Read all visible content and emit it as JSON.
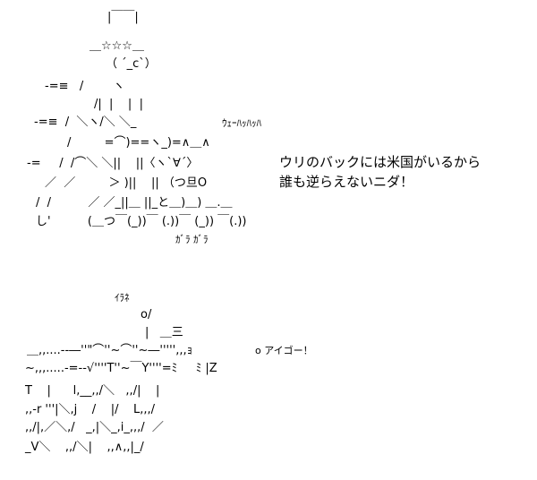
{
  "art_top": {
    "lines": [
      "|￣￣|",
      "＿☆☆☆＿",
      "（ ´_ⅽ`）",
      "-=≡   /        ヽ",
      "/|  |    |  |",
      "-=≡  /  ＼ヽ/＼ ＼_",
      "/         =⌒)==ヽ_)=∧＿∧",
      "-=     /  /⌒＼ ＼||    ||〈ヽ`∀´〉",
      "／  ／         ＞ )||    || （つ旦O",
      "/  /          ／ ／_||＿ ||_と＿)＿) ＿.＿",
      "し'          (＿つ￣(_))￣ (.))￣ (_)) ￣(.))",
      "ｶﾞﾗ ｶﾞﾗ"
    ],
    "laugh": "ｳｪｰﾊｯﾊｯﾊ",
    "speech_line1": "ウリのバックには米国がいるから",
    "speech_line2": "誰も逆らえないニダ！"
  },
  "art_bottom": {
    "lines": [
      "ｲﾗﾈ",
      "o/",
      "|   ＿三",
      "＿,,....-‐―''\"⌒''~⌒''~―''''',,,ｮ",
      "~,,,.....-=--√''''T''~￣Y''''=ﾐ     ﾐ |Z",
      "T    |      l,__,,/＼   ,,/|    |",
      ",,-r '''|＼,j    /    |/    L,,,/",
      ",,/|,／＼,/   _,|＼_,i_,,,/  ／",
      "_V＼    ,,/＼|    ,,∧,,|_/"
    ],
    "shout": "o アイゴー！"
  }
}
